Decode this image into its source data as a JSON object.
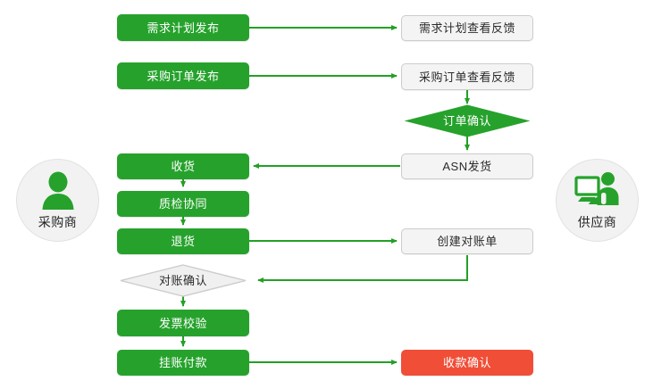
{
  "diagram": {
    "title_present": false,
    "colors": {
      "green": "#26a22c",
      "gray_fill": "#f4f4f4",
      "gray_border": "#cccccc",
      "red": "#f04e37",
      "line": "#23a026",
      "circle_fill": "#f2f2f2",
      "text_light": "#ffffff",
      "text_dark": "#2b2b2b"
    },
    "actors": [
      {
        "id": "buyer",
        "label": "采购商",
        "icon": "person-icon",
        "side": "left"
      },
      {
        "id": "supplier",
        "label": "供应商",
        "icon": "person-computer-icon",
        "side": "right"
      }
    ],
    "buyer_nodes": [
      {
        "id": "demand-plan-publish",
        "label": "需求计划发布",
        "shape": "box",
        "style": "green"
      },
      {
        "id": "purchase-order-publish",
        "label": "采购订单发布",
        "shape": "box",
        "style": "green"
      },
      {
        "id": "receive-goods",
        "label": "收货",
        "shape": "box",
        "style": "green"
      },
      {
        "id": "quality-collaboration",
        "label": "质检协同",
        "shape": "box",
        "style": "green"
      },
      {
        "id": "return-goods",
        "label": "退货",
        "shape": "box",
        "style": "green"
      },
      {
        "id": "reconcile-confirm",
        "label": "对账确认",
        "shape": "diamond",
        "style": "gray"
      },
      {
        "id": "invoice-verify",
        "label": "发票校验",
        "shape": "box",
        "style": "green"
      },
      {
        "id": "payable-payment",
        "label": "挂账付款",
        "shape": "box",
        "style": "green"
      }
    ],
    "supplier_nodes": [
      {
        "id": "demand-plan-feedback",
        "label": "需求计划查看反馈",
        "shape": "box",
        "style": "gray"
      },
      {
        "id": "purchase-order-feedback",
        "label": "采购订单查看反馈",
        "shape": "box",
        "style": "gray"
      },
      {
        "id": "order-confirm",
        "label": "订单确认",
        "shape": "diamond",
        "style": "green"
      },
      {
        "id": "asn-shipment",
        "label": "ASN发货",
        "shape": "box",
        "style": "gray"
      },
      {
        "id": "create-statement",
        "label": "创建对账单",
        "shape": "box",
        "style": "gray"
      },
      {
        "id": "payment-receipt-confirm",
        "label": "收款确认",
        "shape": "box",
        "style": "red"
      }
    ],
    "connections": [
      {
        "from": "demand-plan-publish",
        "to": "demand-plan-feedback",
        "direction": "right"
      },
      {
        "from": "purchase-order-publish",
        "to": "purchase-order-feedback",
        "direction": "right"
      },
      {
        "from": "purchase-order-feedback",
        "to": "order-confirm",
        "direction": "down"
      },
      {
        "from": "order-confirm",
        "to": "asn-shipment",
        "direction": "down"
      },
      {
        "from": "asn-shipment",
        "to": "receive-goods",
        "direction": "left"
      },
      {
        "from": "receive-goods",
        "to": "quality-collaboration",
        "direction": "down"
      },
      {
        "from": "quality-collaboration",
        "to": "return-goods",
        "direction": "down"
      },
      {
        "from": "return-goods",
        "to": "create-statement",
        "direction": "right"
      },
      {
        "from": "create-statement",
        "to": "reconcile-confirm",
        "direction": "left"
      },
      {
        "from": "reconcile-confirm",
        "to": "invoice-verify",
        "direction": "down"
      },
      {
        "from": "invoice-verify",
        "to": "payable-payment",
        "direction": "down"
      },
      {
        "from": "payable-payment",
        "to": "payment-receipt-confirm",
        "direction": "right"
      }
    ]
  }
}
